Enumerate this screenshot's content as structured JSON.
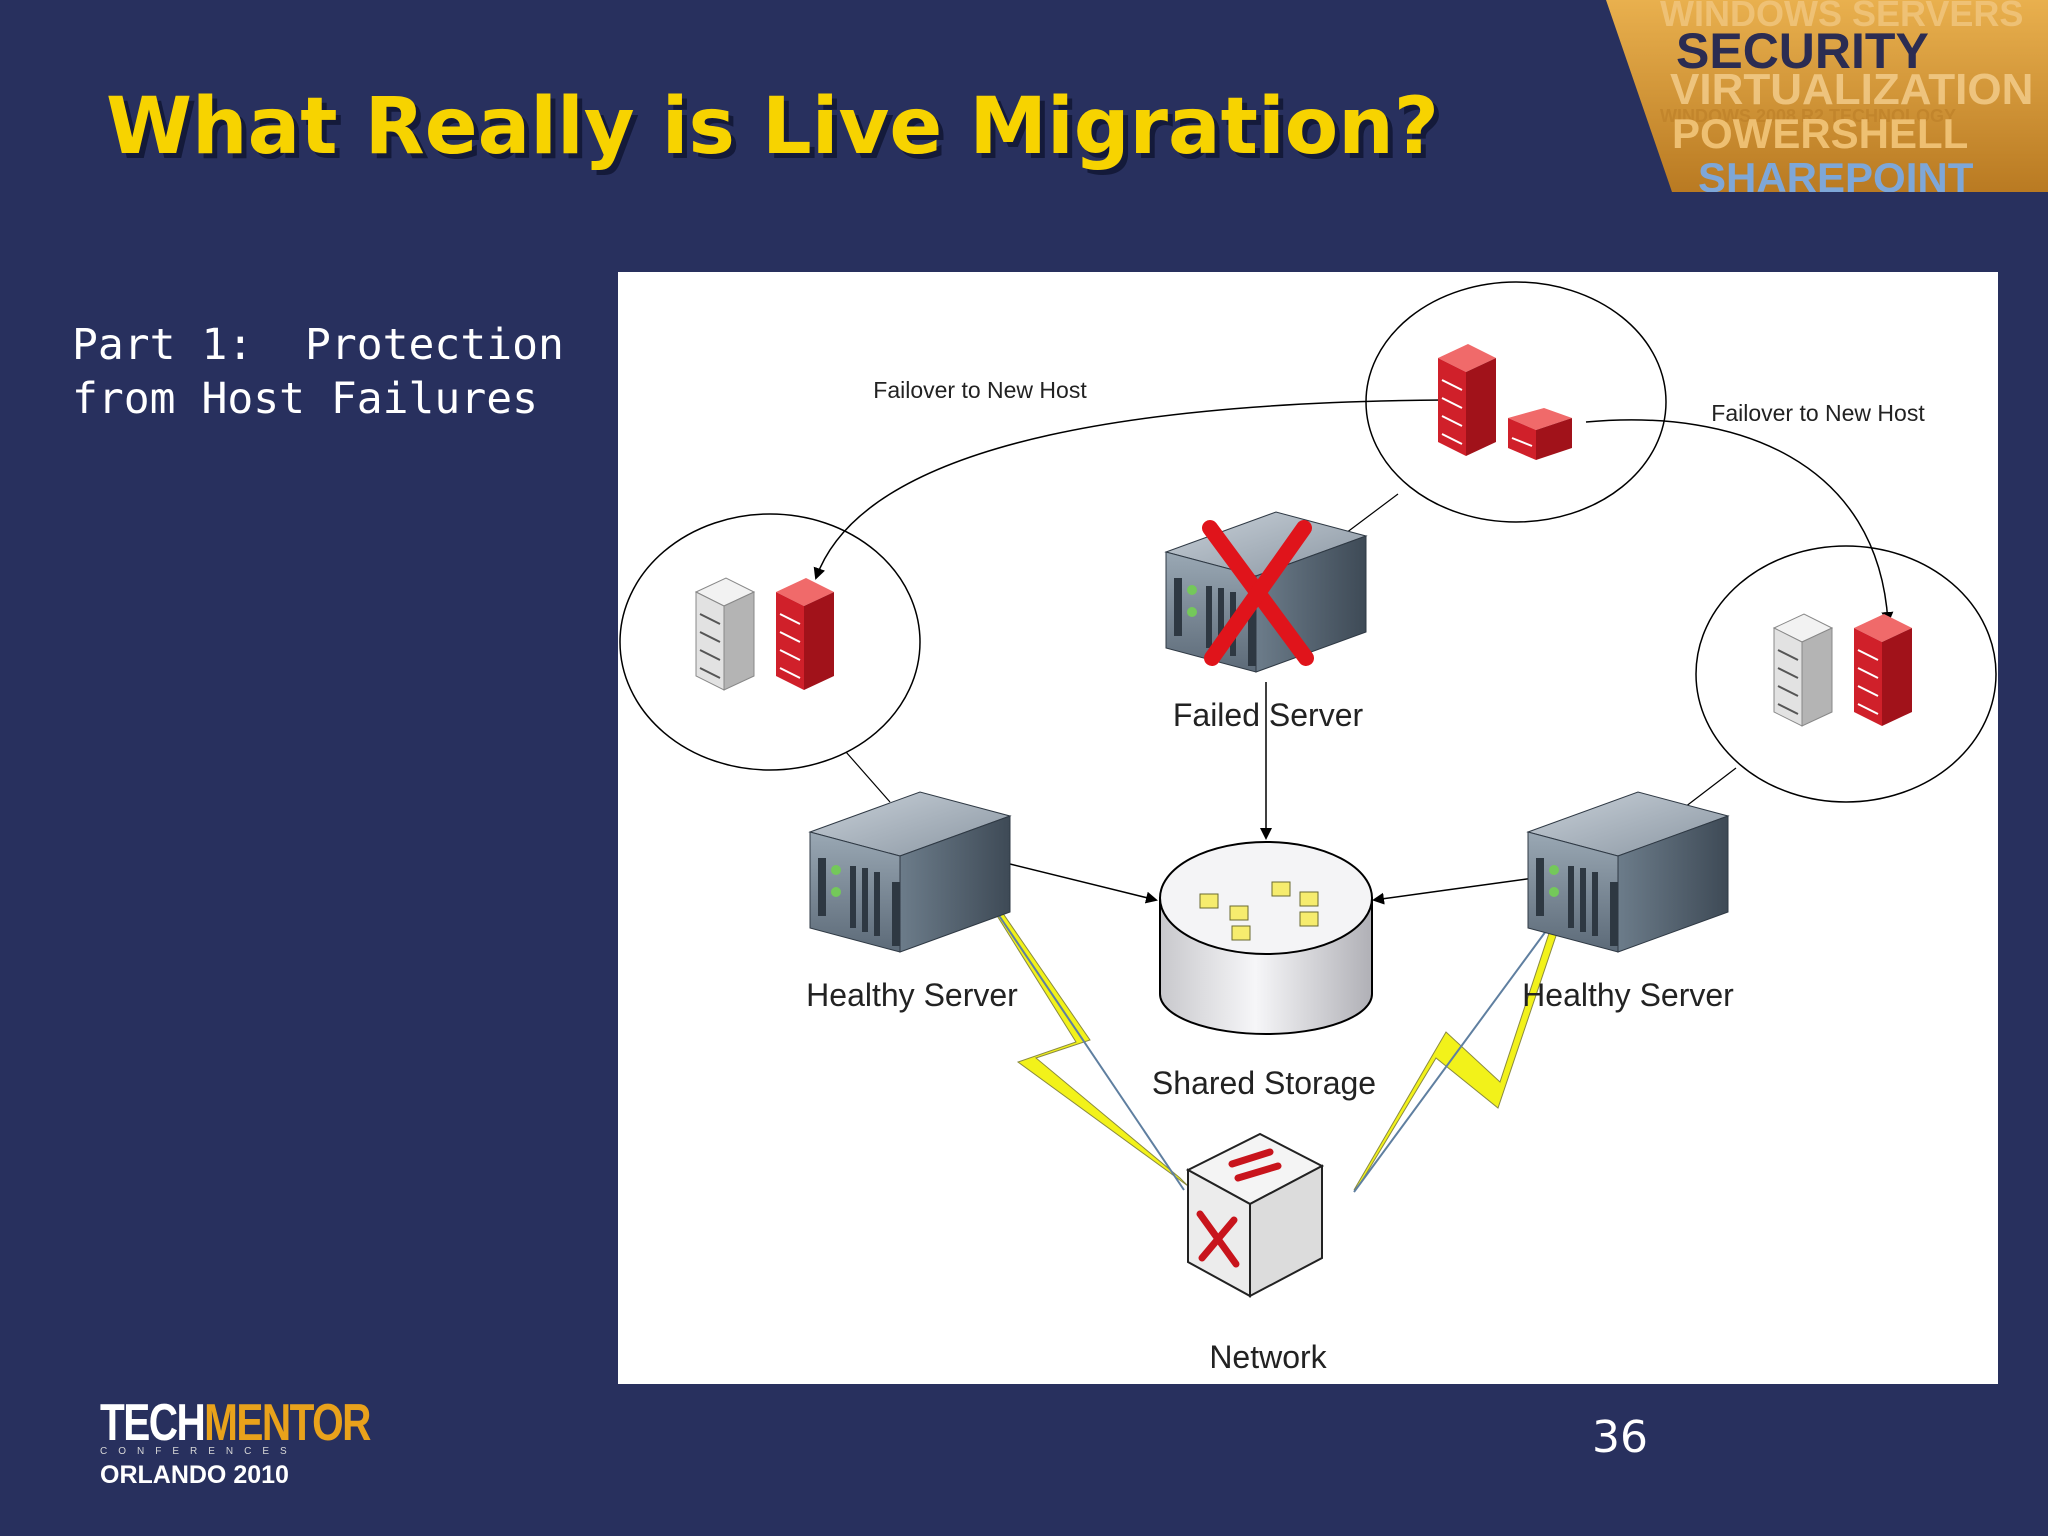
{
  "slide": {
    "title": "What Really is Live Migration?",
    "part_line1": "Part 1:  Protection",
    "part_line2": "from Host Failures",
    "page_number": "36"
  },
  "banner": {
    "words": [
      "WINDOWS SERVERS",
      "SECURITY",
      "VIRTUALIZATION",
      "WINDOWS 2008 R2 TECHNOLOGY",
      "POWERSHELL",
      "SHAREPOINT"
    ]
  },
  "logo": {
    "tech": "TECH",
    "mentor": "MENTOR",
    "sub": "CONFERENCES",
    "city": "ORLANDO 2010"
  },
  "diagram": {
    "failover_left": "Failover to New Host",
    "failover_right": "Failover to New Host",
    "failed_server": "Failed Server",
    "healthy_server_left": "Healthy Server",
    "healthy_server_right": "Healthy Server",
    "shared_storage": "Shared Storage",
    "network": "Network"
  },
  "colors": {
    "background": "#28305e",
    "title": "#f7d300",
    "vm_red": "#d0202a",
    "failed_x": "#e0141b",
    "lightning": "#f2f21a"
  }
}
